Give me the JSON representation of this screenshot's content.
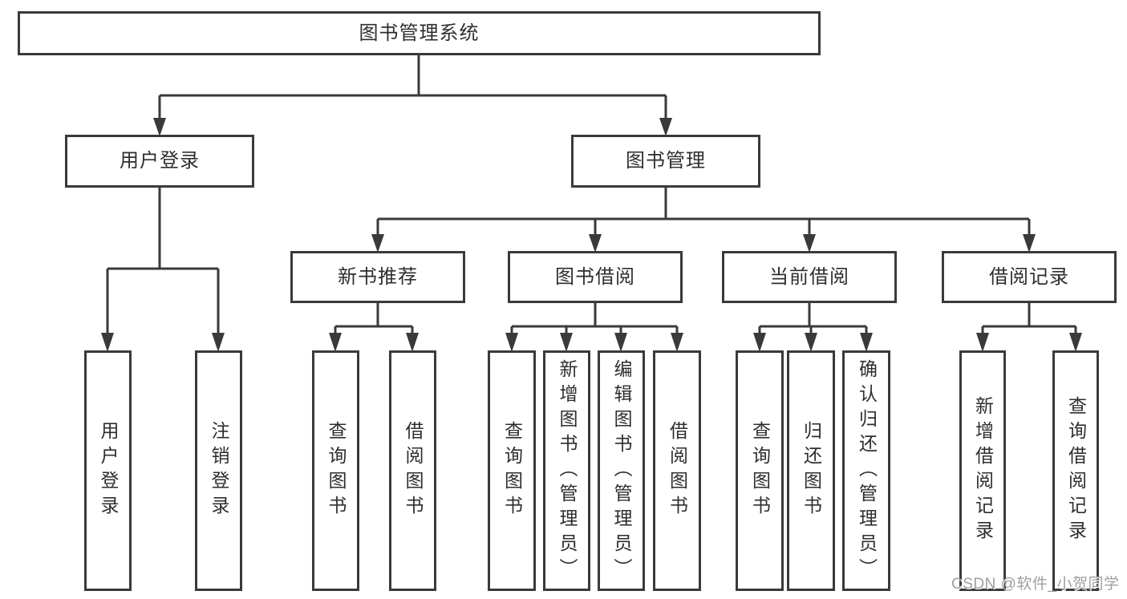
{
  "diagram": {
    "root": {
      "label": "图书管理系统"
    },
    "branches": [
      {
        "label": "用户登录",
        "children": [
          "用户登录",
          "注销登录"
        ]
      },
      {
        "label": "图书管理",
        "groups": [
          {
            "label": "新书推荐",
            "children": [
              "查询图书",
              "借阅图书"
            ]
          },
          {
            "label": "图书借阅",
            "children": [
              "查询图书",
              "新增图书（管理员）",
              "编辑图书（管理员）",
              "借阅图书"
            ]
          },
          {
            "label": "当前借阅",
            "children": [
              "查询图书",
              "归还图书",
              "确认归还（管理员）"
            ]
          },
          {
            "label": "借阅记录",
            "children": [
              "新增借阅记录",
              "查询借阅记录"
            ]
          }
        ]
      }
    ]
  },
  "watermark": {
    "text": "CSDN @软件_小贺同学"
  },
  "colors": {
    "line": "#3a3a3a",
    "text": "#2e2e2e",
    "watermark": "#9e9e9e",
    "bg": "#ffffff"
  }
}
